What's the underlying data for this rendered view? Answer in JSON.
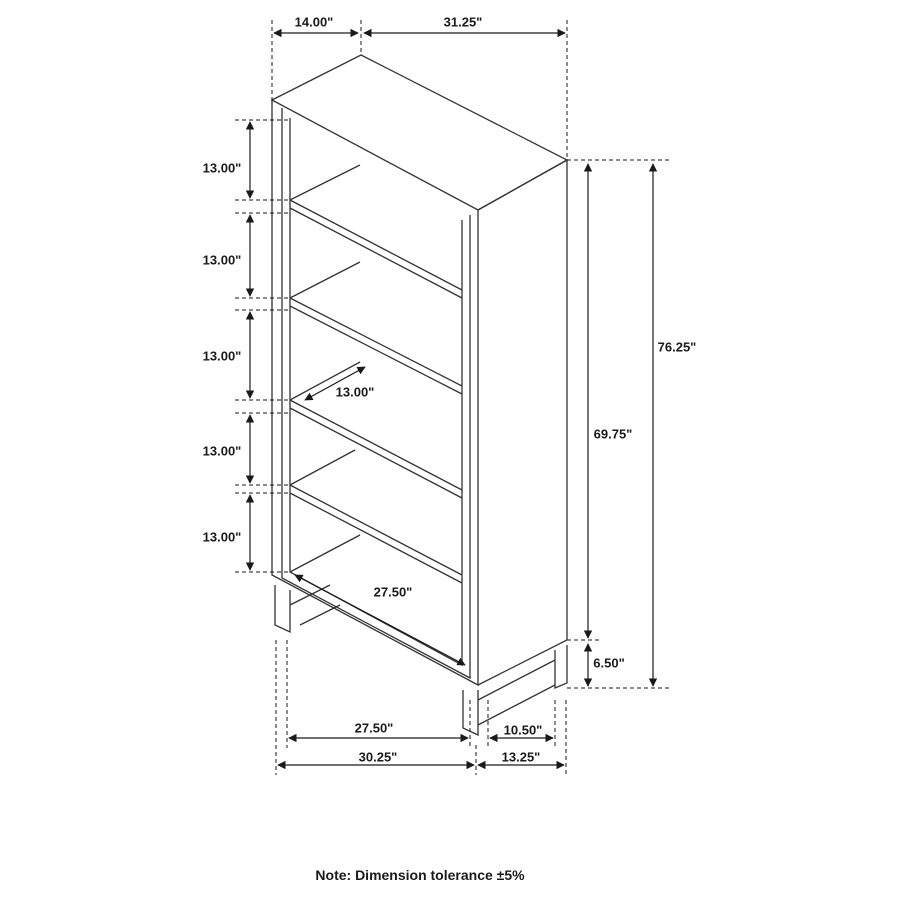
{
  "diagram": {
    "subject": "Bookcase with 5 shelves on open base",
    "dimensions": {
      "depth_top": "14.00\"",
      "width_top": "31.25\"",
      "shelf_heights": [
        "13.00\"",
        "13.00\"",
        "13.00\"",
        "13.00\"",
        "13.00\""
      ],
      "shelf_depth": "13.00\"",
      "shelf_width": "27.50\"",
      "case_height": "69.75\"",
      "overall_height": "76.25\"",
      "base_height": "6.50\"",
      "inner_width_bottom": "27.50\"",
      "outer_width_bottom": "30.25\"",
      "inner_depth_bottom": "10.50\"",
      "outer_depth_bottom": "13.25\""
    },
    "note": "Note: Dimension tolerance ±5%"
  },
  "colors": {
    "line": "#1a1a1a",
    "background": "#ffffff"
  }
}
